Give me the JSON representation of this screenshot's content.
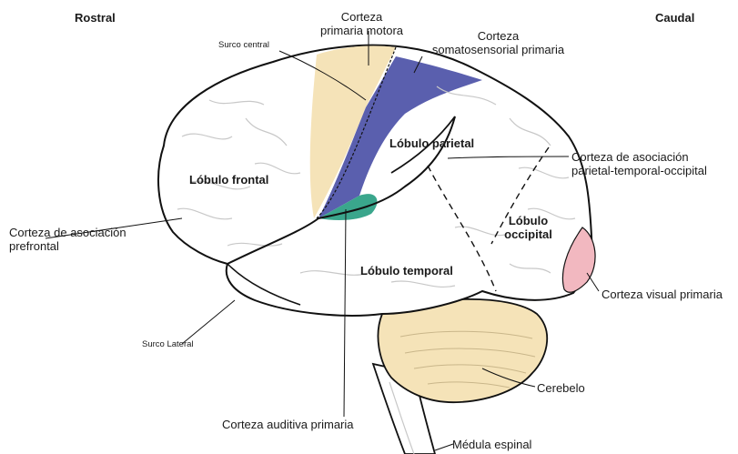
{
  "orientation": {
    "rostral": "Rostral",
    "caudal": "Caudal"
  },
  "lobes": {
    "frontal": "Lóbulo frontal",
    "parietal": "Lóbulo parietal",
    "temporal": "Lóbulo temporal",
    "occipital_line1": "Lóbulo",
    "occipital_line2": "occipital"
  },
  "areas": {
    "motor_line1": "Corteza",
    "motor_line2": "primaria motora",
    "somato_line1": "Corteza",
    "somato_line2": "somatosensorial primaria",
    "assoc_pto_line1": "Corteza de asociación",
    "assoc_pto_line2": "parietal-temporal-occipital",
    "prefrontal_line1": "Corteza de asociación",
    "prefrontal_line2": "prefrontal",
    "visual": "Corteza visual primaria",
    "auditory": "Corteza auditiva primaria",
    "cerebellum": "Cerebelo",
    "spinal": "Médula espinal"
  },
  "sulci": {
    "central": "Surco central",
    "lateral": "Surco Lateral"
  },
  "colors": {
    "motor": "#f5e3b8",
    "somatosensory": "#5a5fae",
    "auditory": "#3aa68c",
    "visual": "#f2b8c0",
    "cerebellum": "#f5e3b8",
    "outline": "#111111",
    "sulci": "#c8c8c8"
  }
}
